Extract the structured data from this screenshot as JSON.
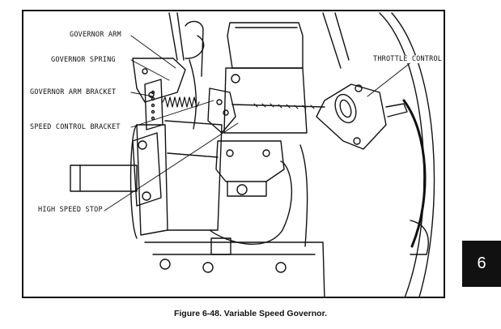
{
  "callouts": {
    "governor_arm": "GOVERNOR ARM",
    "governor_spring": "GOVERNOR SPRING",
    "governor_arm_bracket": "GOVERNOR ARM BRACKET",
    "speed_control_bracket": "SPEED CONTROL BRACKET",
    "high_speed_stop": "HIGH SPEED STOP",
    "throttle_control": "THROTTLE CONTROL"
  },
  "caption": "Figure 6-48. Variable Speed Governor.",
  "section_tab": "6",
  "colors": {
    "ink": "#111111",
    "paper": "#ffffff",
    "tab": "#111111"
  }
}
